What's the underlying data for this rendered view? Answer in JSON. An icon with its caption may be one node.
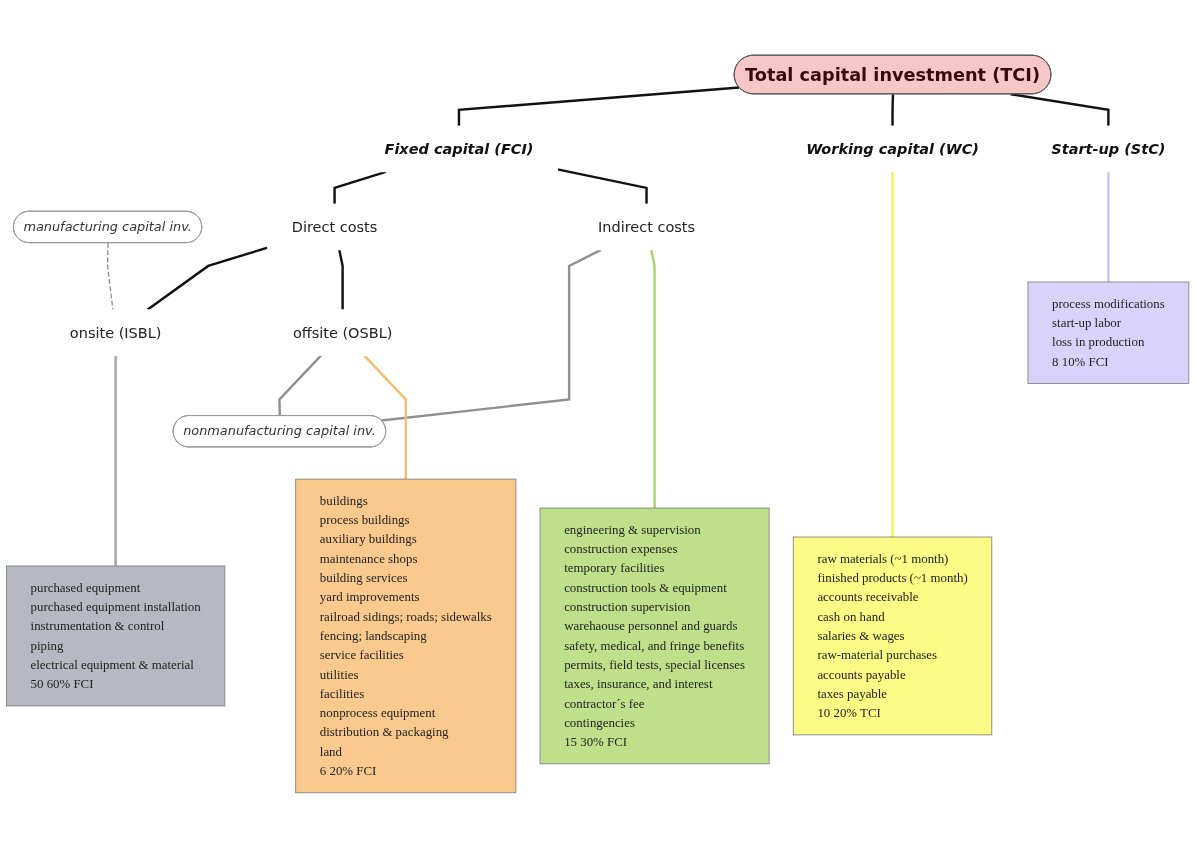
{
  "diagram": {
    "nodes": [
      {
        "text": [
          "Total capital investment (TCI)"
        ]
      },
      {
        "text": [
          "manufacturing capital inv."
        ]
      },
      {
        "text": [
          "Fixed capital (FCI)"
        ]
      },
      {
        "text": [
          "Working capital (WC)"
        ]
      },
      {
        "text": [
          "Start-up (StC)"
        ]
      },
      {
        "text": [
          "Direct costs"
        ]
      },
      {
        "text": [
          "Indirect costs"
        ]
      },
      {
        "text": [
          "process modifications",
          "start-up labor",
          "loss in production",
          "8 10% FCI"
        ]
      },
      {
        "text": [
          "nonmanufacturing capital inv."
        ]
      },
      {
        "text": [
          "onsite (ISBL)"
        ]
      },
      {
        "text": [
          "offsite (OSBL)"
        ]
      },
      {
        "text": [
          "buildings",
          "process buildings",
          "auxiliary buildings",
          "maintenance shops",
          "building services",
          "yard improvements",
          "railroad sidings; roads; sidewalks",
          "fencing; landscaping",
          "service facilities",
          "utilities",
          "facilities",
          "nonprocess equipment",
          "distribution & packaging",
          "land",
          "6 20% FCI"
        ]
      },
      {
        "text": [
          "engineering & supervision",
          "construction expenses",
          "temporary facilities",
          "construction tools & equipment",
          "construction supervision",
          "warehaouse personnel and guards",
          "safety, medical, and fringe benefits",
          "permits, field tests, special licenses",
          "taxes, insurance, and interest",
          "contractor´s fee",
          "contingencies",
          "15 30% FCI"
        ]
      },
      {
        "text": [
          "raw materials (~1 month)",
          "finished products (~1 month)",
          "accounts receivable",
          "cash on hand",
          "salaries & wages",
          "raw-material purchases",
          "accounts payable",
          "taxes payable",
          "10 20% TCI"
        ]
      },
      {
        "text": [
          "purchased equipment",
          "purchased equipment installation",
          "instrumentation & control",
          "piping",
          "electrical equipment & material",
          "50 60% FCI"
        ]
      }
    ],
    "edges": [
      {
        "from": 0,
        "to": 2,
        "arrow": "none"
      },
      {
        "from": 0,
        "to": 3,
        "arrow": "none"
      },
      {
        "from": 0,
        "to": 4,
        "arrow": "none"
      },
      {
        "from": 2,
        "to": 5,
        "arrow": "none"
      },
      {
        "from": 2,
        "to": 6,
        "arrow": "none"
      },
      {
        "from": 5,
        "to": 9,
        "arrow": "none"
      },
      {
        "from": 5,
        "to": 10,
        "arrow": "none"
      },
      {
        "from": 1,
        "to": 9,
        "arrow": "none",
        "style": "dashed",
        "color": "#808080"
      },
      {
        "from": 6,
        "to": 8,
        "arrow": "none",
        "color": "#909090"
      },
      {
        "from": 10,
        "to": 8,
        "arrow": "none",
        "color": "#909090"
      },
      {
        "from": 4,
        "to": 7,
        "arrow": "none",
        "color": "#c9c0f2"
      },
      {
        "from": 10,
        "to": 11,
        "arrow": "none",
        "color": "#f7bb6e"
      },
      {
        "from": 6,
        "to": 12,
        "arrow": "none",
        "color": "#acd46a"
      },
      {
        "from": 3,
        "to": 13,
        "arrow": "none",
        "color": "#f2f25a"
      },
      {
        "from": 9,
        "to": 14,
        "arrow": "none",
        "color": "#a3a3ad"
      }
    ]
  }
}
